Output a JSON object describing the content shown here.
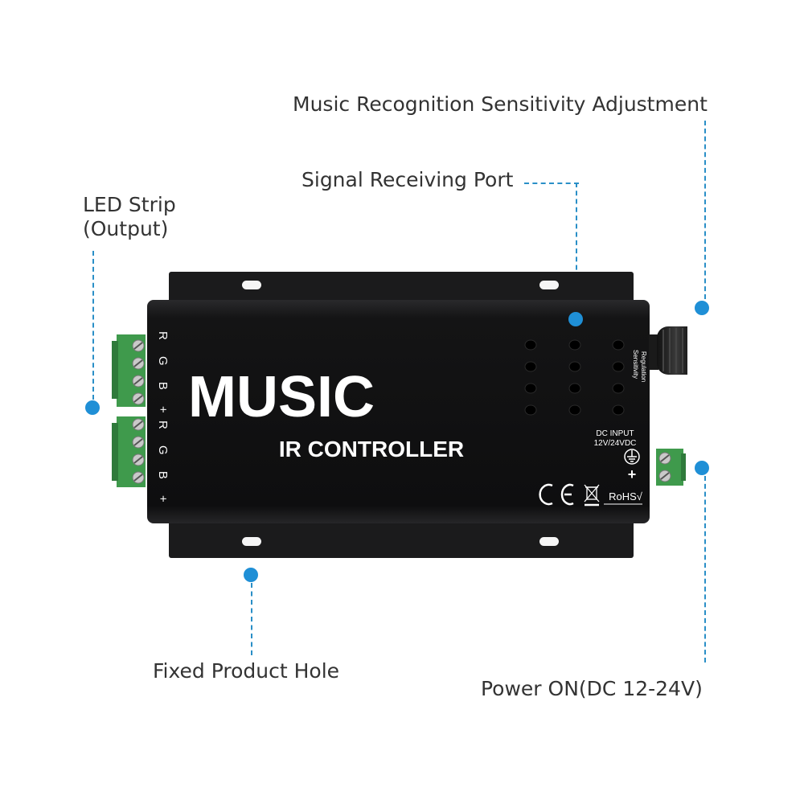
{
  "callouts": {
    "sensitivity": "Music Recognition Sensitivity Adjustment",
    "signal": "Signal Receiving Port",
    "led_line1": "LED Strip",
    "led_line2": "(Output)",
    "hole": "Fixed Product Hole",
    "power": "Power ON(DC 12-24V)"
  },
  "device": {
    "logo": "MUSIC",
    "title": "IR CONTROLLER",
    "sens_line1": "Sensitivity",
    "sens_line2": "Regulation",
    "dc_line1": "DC INPUT",
    "dc_line2": "12V/24VDC",
    "plus": "+",
    "cert": "RoHS√",
    "rgb_top": "R G B +",
    "rgb_bottom": "R G B +"
  },
  "colors": {
    "accent": "#1f8fd6",
    "case": "#0f0f10",
    "terminal": "#3f9a4c"
  }
}
